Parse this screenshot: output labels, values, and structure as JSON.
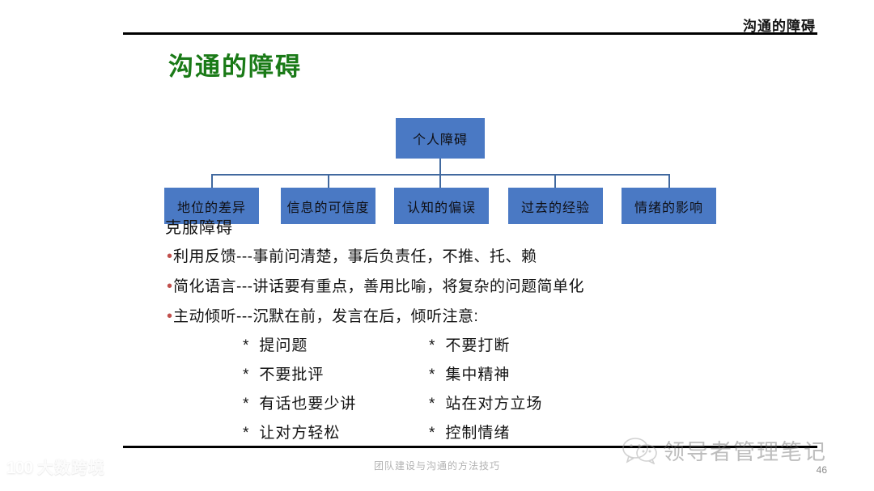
{
  "header": {
    "title": "沟通的障碍"
  },
  "slide": {
    "title": "沟通的障碍"
  },
  "org_chart": {
    "root": {
      "label": "个人障碍"
    },
    "leaves": [
      {
        "label": "地位的差异"
      },
      {
        "label": "信息的可信度"
      },
      {
        "label": "认知的偏误"
      },
      {
        "label": "过去的经验"
      },
      {
        "label": "情绪的影响"
      }
    ],
    "box_color": "#4a79c4",
    "connector_color": "#41699f"
  },
  "overlap_label": "克服障碍",
  "bullets": [
    {
      "marker": "•",
      "text": "利用反馈---事前问清楚，事后负责任，不推、托、赖"
    },
    {
      "marker": "•",
      "text": "简化语言---讲话要有重点，善用比喻，将复杂的问题简单化"
    },
    {
      "marker": "•",
      "text": "主动倾听---沉默在前，发言在后，倾听注意:"
    }
  ],
  "bullet_color": "#c0504d",
  "sub_items": [
    {
      "star_a": "*",
      "left": "提问题",
      "star_b": "*",
      "right": "不要打断"
    },
    {
      "star_a": "*",
      "left": "不要批评",
      "star_b": "*",
      "right": "集中精神"
    },
    {
      "star_a": "*",
      "left": "有话也要少讲",
      "star_b": "*",
      "right": "站在对方立场"
    },
    {
      "star_a": "*",
      "left": "让对方轻松",
      "star_b": "*",
      "right": "控制情绪"
    }
  ],
  "footer": {
    "note": "团队建设与沟通的方法技巧",
    "page_number": "46"
  },
  "watermarks": {
    "left_mark": "100",
    "left_text": "大数跨境",
    "right_text": "领导者管理笔记"
  },
  "colors": {
    "title_green": "#1a7a17",
    "rule_black": "#000000"
  }
}
